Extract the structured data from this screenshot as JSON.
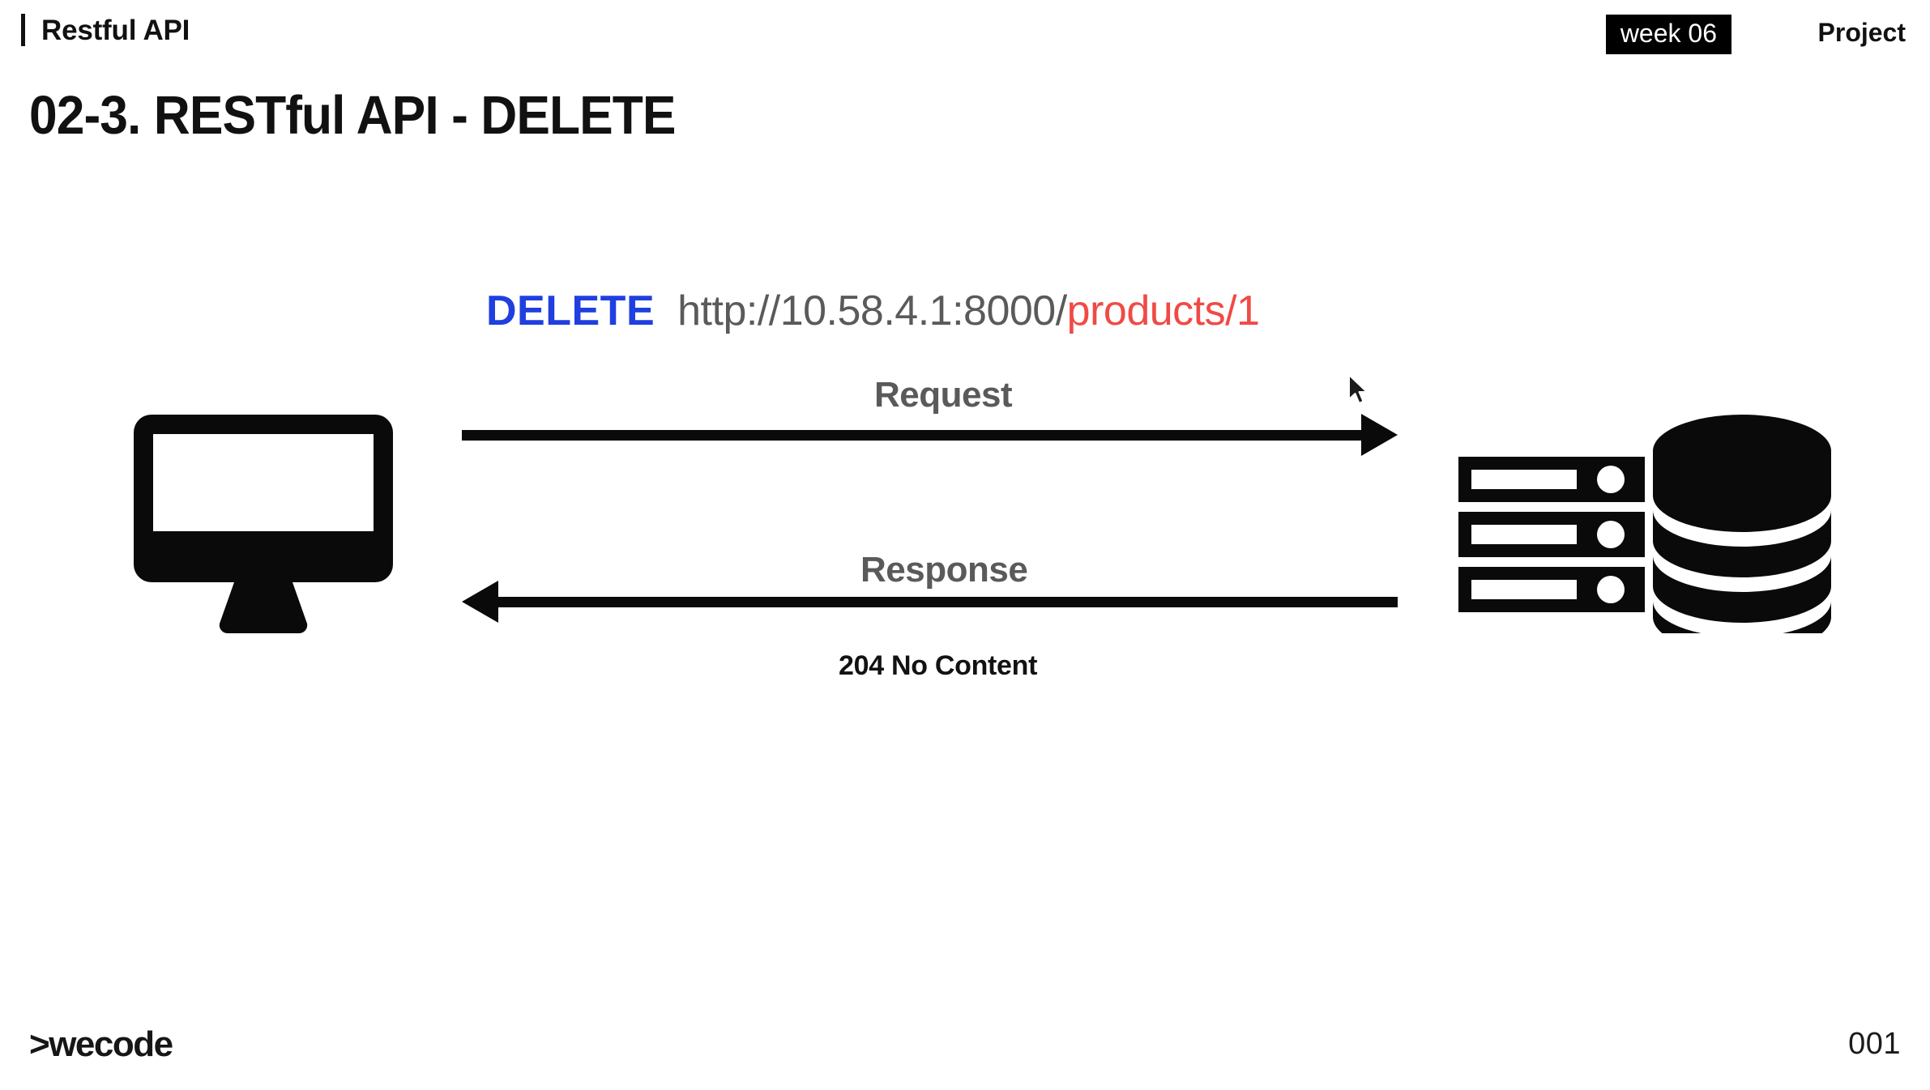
{
  "header": {
    "kicker": "Restful API",
    "week_badge": "week 06",
    "project_label": "Project",
    "rule_icon": "vertical-bar-icon"
  },
  "title": "02-3. RESTful API - DELETE",
  "request_line": {
    "method": "DELETE",
    "base_url": "http://10.58.4.1:8000/",
    "resource_path": "products/1",
    "method_color": "#1f3fdf",
    "base_color": "#5a5a5a",
    "path_color": "#f04a45"
  },
  "diagram": {
    "client_icon": "desktop-monitor-icon",
    "server_icon": "server-rack-database-icon",
    "request_label": "Request",
    "response_label": "Response",
    "status_text": "204 No Content",
    "label_color": "#5a5a5a",
    "arrow_color": "#0a0a0a",
    "cursor_icon": "mouse-pointer-icon"
  },
  "footer": {
    "logo": ">wecode",
    "page_number": "001"
  }
}
